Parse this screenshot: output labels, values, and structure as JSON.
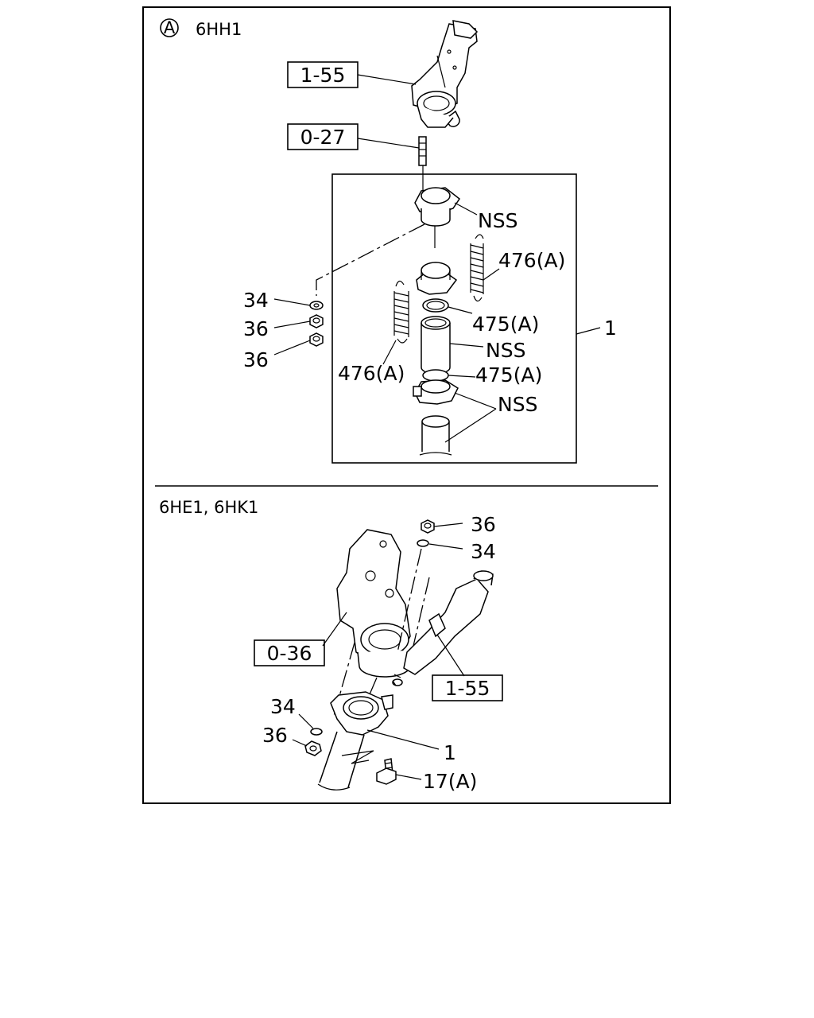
{
  "top_section": {
    "marker": "A",
    "model": "6HH1",
    "labels": {
      "ref_1_55": "1-55",
      "ref_0_27": "0-27",
      "nss_1": "NSS",
      "spring_right": "476(A)",
      "assembly": "1",
      "gasket_upper": "475(A)",
      "nss_2": "NSS",
      "gasket_lower": "475(A)",
      "nss_3": "NSS",
      "spring_left": "476(A)",
      "washer": "34",
      "nut_1": "36",
      "nut_2": "36"
    }
  },
  "bottom_section": {
    "model": "6HE1, 6HK1",
    "labels": {
      "nut_top": "36",
      "washer_top": "34",
      "ref_0_36": "0-36",
      "ref_1_55": "1-55",
      "washer_low": "34",
      "nut_low": "36",
      "assembly": "1",
      "bolt": "17(A)"
    }
  }
}
